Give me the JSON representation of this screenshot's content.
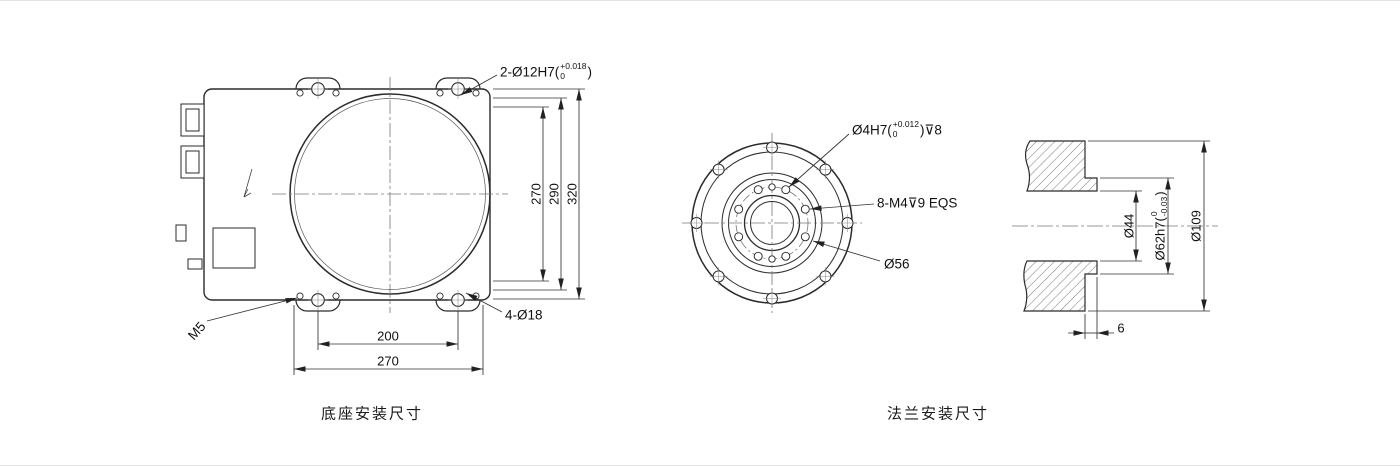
{
  "captions": {
    "base_view": "底座安装尺寸",
    "flange_view": "法兰安装尺寸"
  },
  "base_view": {
    "pin_holes_label": {
      "prefix": "2-Ø12H7(",
      "tol_upper": "+0.018",
      "tol_lower": "0",
      "suffix": ")"
    },
    "bolt_holes_label": "4-Ø18",
    "thread_label": "M5",
    "dim_height_inner": "270",
    "dim_height_mid": "290",
    "dim_height_outer": "320",
    "dim_width_inner": "200",
    "dim_width_outer": "270"
  },
  "flange_view": {
    "dowel_label": {
      "prefix": "Ø4H7(",
      "tol_upper": "+0.012",
      "tol_lower": "0",
      "suffix": ")⊽8"
    },
    "bolt_label": "8-M4⊽9 EQS",
    "pitch_circle_label": "Ø56"
  },
  "section_view": {
    "dim_bore": "Ø44",
    "dim_boss": {
      "prefix": "Ø62h7(",
      "tol_upper": "0",
      "tol_lower": "-0.03",
      "suffix": ")"
    },
    "dim_outer": "Ø109",
    "dim_boss_length": "6"
  }
}
